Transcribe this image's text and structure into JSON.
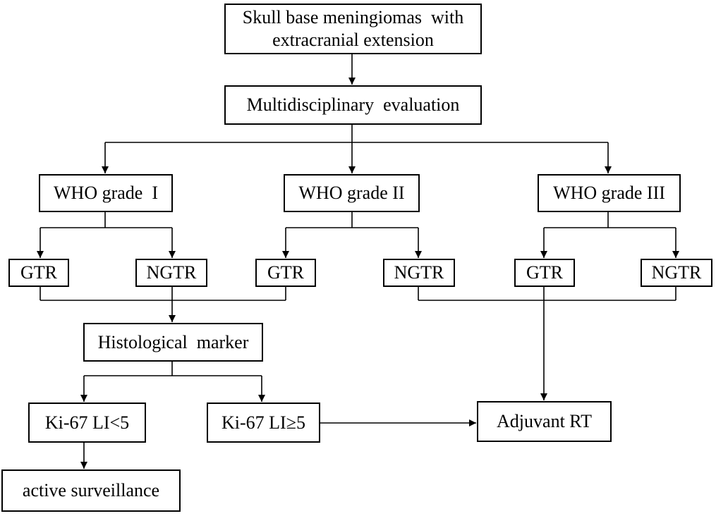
{
  "nodes": {
    "root": "Skull base meningiomas  with\nextracranial extension",
    "evaluation": "Multidisciplinary  evaluation",
    "grade1": "WHO grade  I",
    "grade2": "WHO grade II",
    "grade3": "WHO grade III",
    "g1_gtr": "GTR",
    "g1_ngtr": "NGTR",
    "g2_gtr": "GTR",
    "g2_ngtr": "NGTR",
    "g3_gtr": "GTR",
    "g3_ngtr": "NGTR",
    "histology": "Histological  marker",
    "ki_low": "Ki-67 LI<5",
    "ki_high": "Ki-67 LI≥5",
    "adjuvant": "Adjuvant RT",
    "surveillance": "active surveillance"
  },
  "colors": {
    "line": "#000000",
    "box_border": "#000000",
    "background": "#ffffff"
  }
}
